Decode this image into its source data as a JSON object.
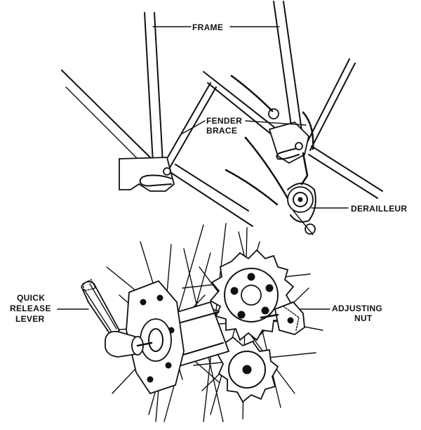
{
  "labels": {
    "frame": "FRAME",
    "fender_brace_line1": "FENDER",
    "fender_brace_line2": "BRACE",
    "derailleur": "DERAILLEUR",
    "quick_release_line1": "QUICK",
    "quick_release_line2": "RELEASE",
    "quick_release_line3": "LEVER",
    "adjusting_nut_line1": "ADJUSTING",
    "adjusting_nut_line2": "NUT"
  }
}
